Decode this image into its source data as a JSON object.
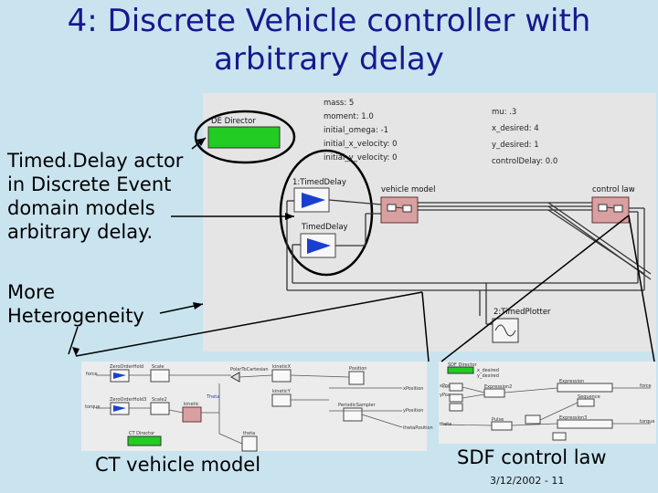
{
  "slide": {
    "title_line1": "4: Discrete Vehicle controller with",
    "title_line2": "arbitrary delay",
    "callout1": [
      "Timed.Delay actor",
      "in Discrete Event",
      "domain models",
      "arbitrary delay."
    ],
    "callout2": [
      "More",
      "Heterogeneity"
    ],
    "ct_caption": "CT vehicle model",
    "sdf_caption": "SDF control law",
    "date": "3/12/2002 - 11"
  },
  "de_model": {
    "director": "DE Director",
    "params_left": [
      "mass: 5",
      "moment: 1.0",
      "initial_omega: -1",
      "initial_x_velocity: 0",
      "initial_y_velocity: 0"
    ],
    "params_right": [
      "mu: .3",
      "x_desired: 4",
      "y_desired: 1",
      "controlDelay: 0.0"
    ],
    "delay1": "1:TimedDelay",
    "delay2": "TimedDelay",
    "vehicle": "vehicle model",
    "control": "control law",
    "plotter": "2:TimedPlotter"
  },
  "ct_model": {
    "labels": [
      "ZeroOrderHold",
      "Scale",
      "PolarToCartesian",
      "kineticX",
      "Position",
      "ZeroOrderHold3",
      "Scale2",
      "kinetic",
      "kineticY",
      "Theta",
      "PeriodicSampler",
      "theta",
      "CT Director"
    ],
    "ports": [
      "force",
      "torque",
      "xPosition",
      "yPosition",
      "thetaPosition"
    ]
  },
  "sdf_model": {
    "labels": [
      "SDF Director",
      "x_desired",
      "y_desired",
      "Expression",
      "Expression2",
      "Expression3",
      "Sequence",
      "Pulse"
    ],
    "ports": [
      "xPos",
      "yPos",
      "theta",
      "force",
      "torque"
    ]
  }
}
